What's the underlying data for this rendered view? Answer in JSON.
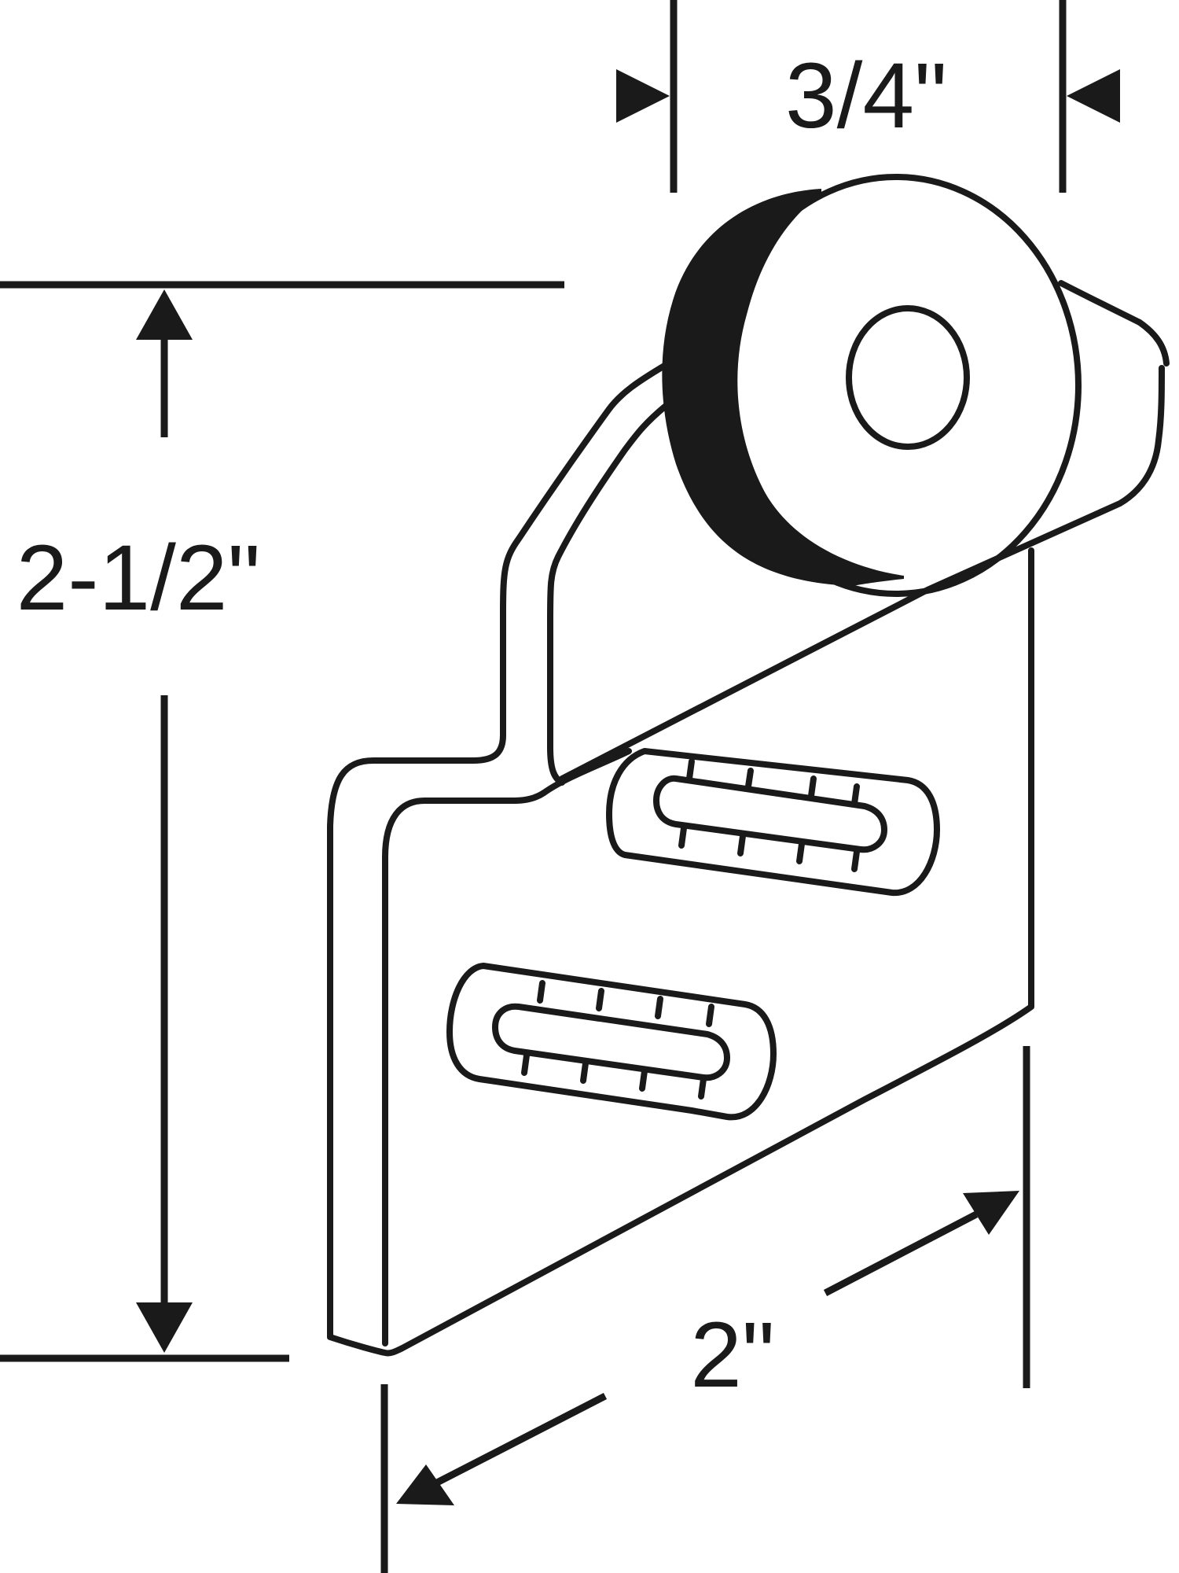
{
  "dimensions": {
    "width_label": "3/4\"",
    "height_label": "2-1/2\"",
    "depth_label": "2\""
  },
  "colors": {
    "line": "#1a1a1a",
    "background": "#ffffff"
  }
}
